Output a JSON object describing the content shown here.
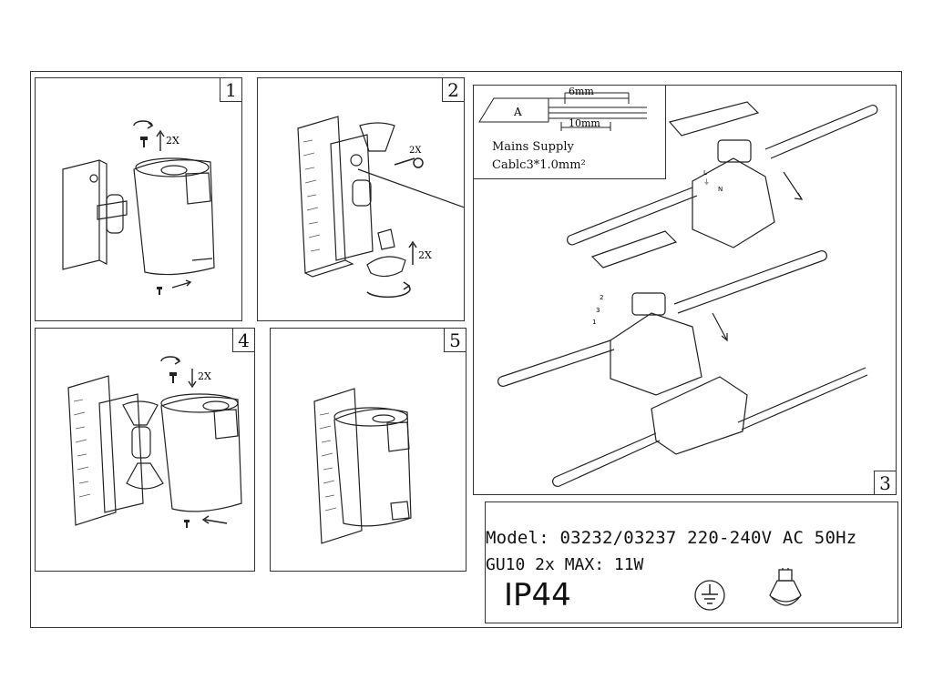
{
  "panels": {
    "p1": {
      "number": "1",
      "label_2x": "2X"
    },
    "p2": {
      "number": "2",
      "label_2x_a": "2X",
      "label_2x_b": "2X"
    },
    "p3": {
      "number": "3",
      "cable": {
        "letter": "A",
        "dim_top": "6mm",
        "dim_bottom": "10mm",
        "title": "Mains Supply",
        "spec": "Cablc3*1.0mm²"
      },
      "wire_labels": {
        "L": "L",
        "E": "⏚",
        "N": "N",
        "n1": "1",
        "n2": "2",
        "n3": "3"
      }
    },
    "p4": {
      "number": "4",
      "label_2x": "2X"
    },
    "p5": {
      "number": "5"
    }
  },
  "spec": {
    "line1": "Model: 03232/03237 220-240V AC 50Hz",
    "line2": "GU10 2x MAX:  11W",
    "ip_rating": "IP44"
  },
  "icons": [
    "earth-ground-icon",
    "gu10-bulb-icon"
  ]
}
